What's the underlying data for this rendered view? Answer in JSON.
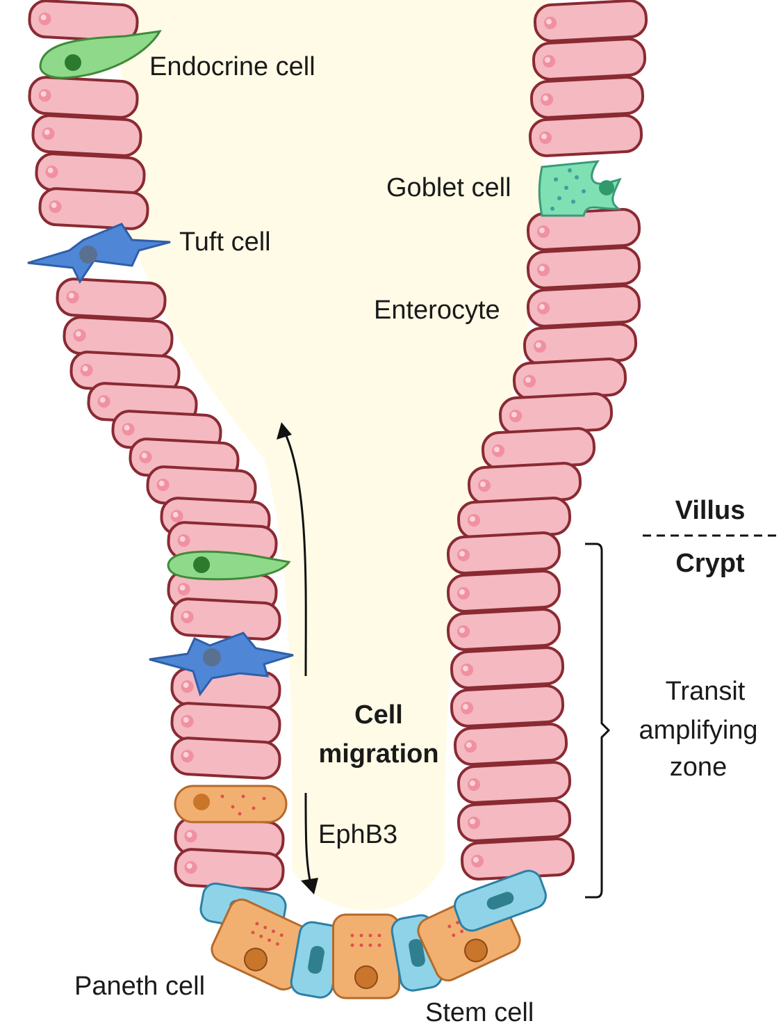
{
  "labels": {
    "endocrine": "Endocrine cell",
    "tuft": "Tuft cell",
    "goblet": "Goblet cell",
    "enterocyte": "Enterocyte",
    "villus": "Villus",
    "crypt": "Crypt",
    "transit_1": "Transit",
    "transit_2": "amplifying",
    "transit_3": "zone",
    "migration_1": "Cell",
    "migration_2": "migration",
    "ephb3": "EphB3",
    "paneth": "Paneth cell",
    "stem": "Stem cell"
  },
  "colors": {
    "lumen": "#fffbe6",
    "enterocyte_fill": "#f4b9c1",
    "enterocyte_stroke": "#8a2a33",
    "endocrine": "#8ed98a",
    "tuft": "#4f86d6",
    "goblet": "#7fe0b4",
    "paneth": "#f2b070",
    "stem": "#8fd3e8"
  }
}
